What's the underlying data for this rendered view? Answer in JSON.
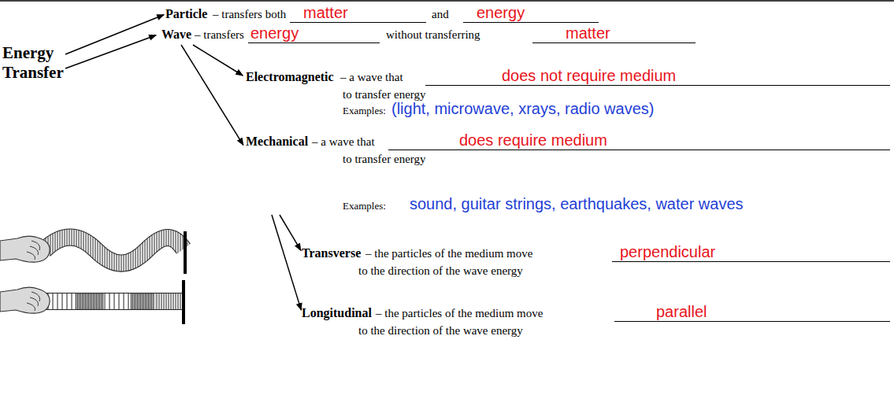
{
  "diagram": {
    "nodes": [
      {
        "text": [
          "Energy Transfer"
        ]
      },
      {
        "text": [
          "Particle",
          "– transfers both",
          "matter",
          "and",
          "energy"
        ]
      },
      {
        "text": [
          "Wave",
          "– transfers",
          "energy",
          "without transferring",
          "matter"
        ]
      },
      {
        "text": [
          "Electromagnetic",
          "– a wave that",
          "does not require medium",
          "to transfer energy",
          "Examples:",
          "(light, microwave, xrays, radio waves)"
        ]
      },
      {
        "text": [
          "Mechanical",
          "– a wave that",
          "does require medium",
          "to transfer energy",
          "Examples:",
          "sound, guitar strings, earthquakes, water waves"
        ]
      },
      {
        "text": [
          "Transverse",
          "– the particles of the medium move",
          "perpendicular",
          "to the direction of the wave energy"
        ]
      },
      {
        "text": [
          "Longitudinal",
          "– the particles of the medium move",
          "parallel",
          "to the direction of the wave energy"
        ]
      }
    ],
    "edges": [
      {
        "from": 0,
        "to": 1,
        "arrow": "to"
      },
      {
        "from": 0,
        "to": 2,
        "arrow": "to"
      },
      {
        "from": 2,
        "to": 3,
        "arrow": "to"
      },
      {
        "from": 2,
        "to": 4,
        "arrow": "to"
      },
      {
        "from": 4,
        "to": 5,
        "arrow": "to"
      },
      {
        "from": 4,
        "to": 6,
        "arrow": "to"
      }
    ]
  }
}
